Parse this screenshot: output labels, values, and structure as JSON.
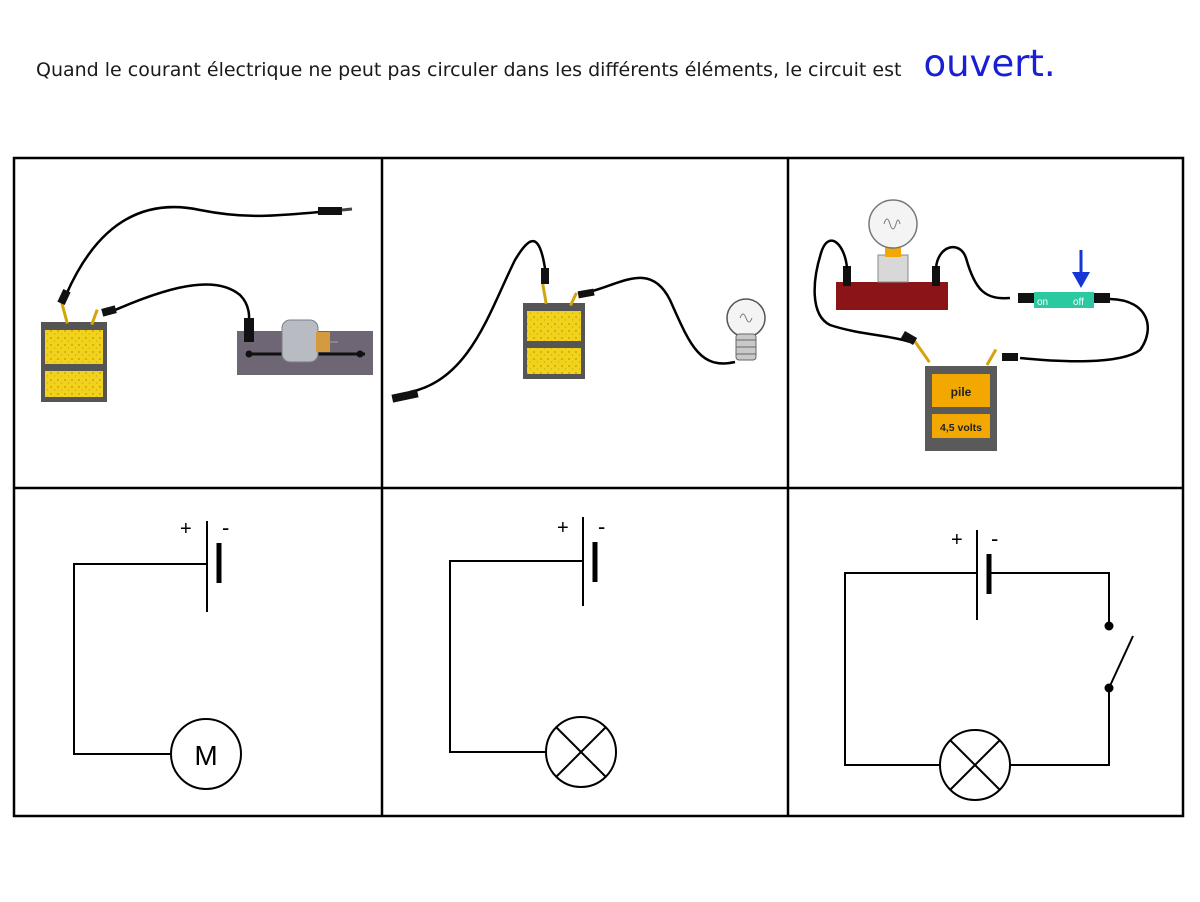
{
  "sentence": "Quand le courant électrique ne peut pas circuler dans les différents éléments, le circuit est",
  "answer": "ouvert.",
  "colors": {
    "answer": "#1a1fd4",
    "battery_yellow": "#f2d21b",
    "pile_orange": "#f2a800",
    "switch_green": "#2bc9a0",
    "arrow_blue": "#1535d6",
    "base_red": "#8b1418",
    "wire": "#000000"
  },
  "panels": {
    "motor_photo": {
      "battery": "battery-icon",
      "motor": "motor-icon",
      "wire": "loose-wire"
    },
    "lamp_photo": {
      "battery": "battery-icon",
      "lamp": "bulb-icon",
      "wire": "loose-wire"
    },
    "switch_photo": {
      "pile_label": "pile",
      "pile_voltage": "4,5 volts",
      "switch_on": "on",
      "switch_off": "off",
      "lamp": "bulb-icon"
    },
    "motor_schema": {
      "plus": "+",
      "minus": "-",
      "motor_symbol": "M"
    },
    "lamp_schema": {
      "plus": "+",
      "minus": "-"
    },
    "switch_schema": {
      "plus": "+",
      "minus": "-"
    }
  }
}
